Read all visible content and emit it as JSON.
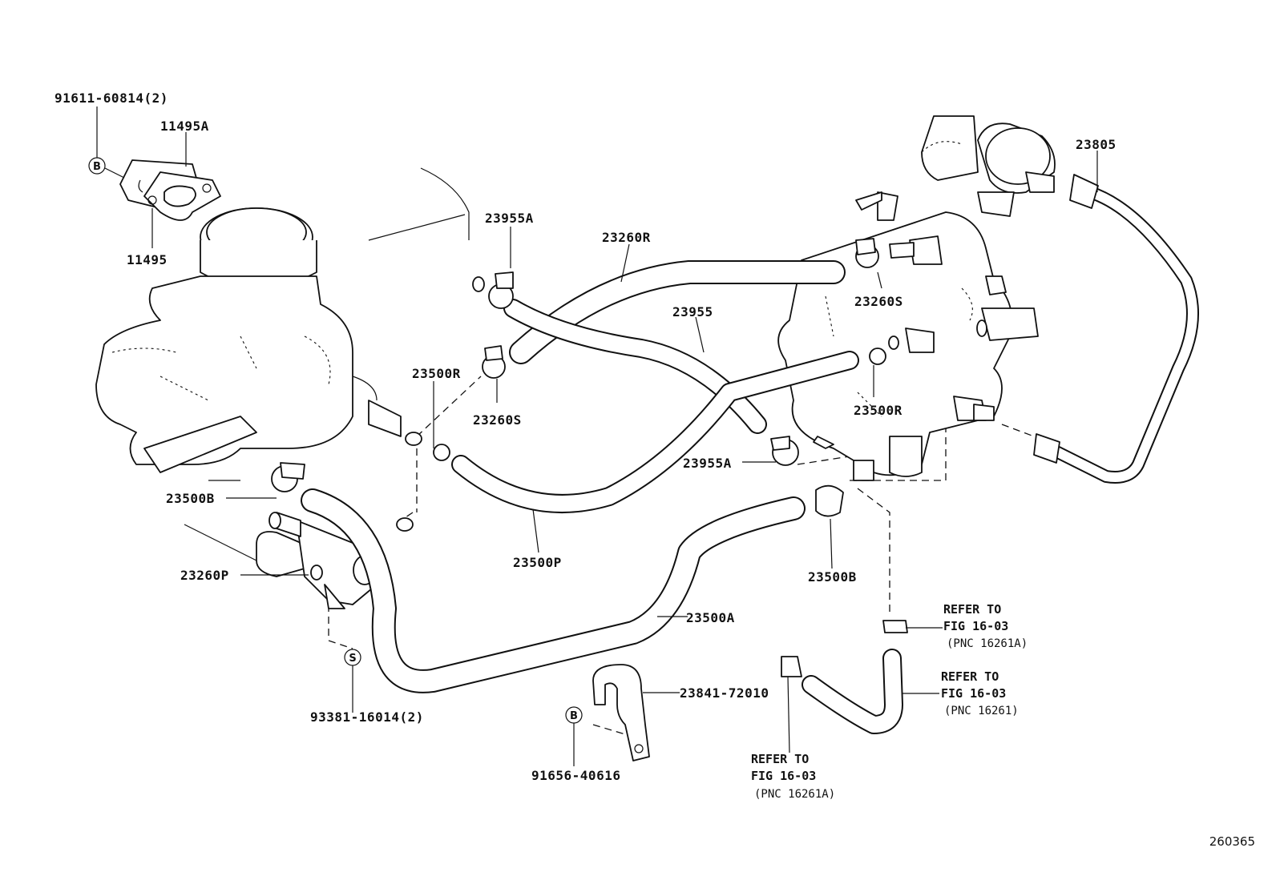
{
  "labels": {
    "p91611": "91611-60814(2)",
    "p11495A": "11495A",
    "p11495": "11495",
    "p23955A_top": "23955A",
    "p23260R": "23260R",
    "p23805": "23805",
    "p23260S_right": "23260S",
    "p23955": "23955",
    "p23500R_left": "23500R",
    "p23260S_left": "23260S",
    "p23500R_right": "23500R",
    "p23955A_mid": "23955A",
    "p23500B_left": "23500B",
    "p23500P": "23500P",
    "p23260P": "23260P",
    "p23500B_right": "23500B",
    "p23500A": "23500A",
    "p23841": "23841-72010",
    "p93381": "93381-16014(2)",
    "p91656": "91656-40616"
  },
  "markers": {
    "bolt_b": "B",
    "stud_s": "S"
  },
  "refs": {
    "ref1": {
      "line1": "REFER TO",
      "line2": "FIG 16-03",
      "line3": "(PNC 16261A)"
    },
    "ref2": {
      "line1": "REFER TO",
      "line2": "FIG 16-03",
      "line3": "(PNC 16261)"
    },
    "ref3": {
      "line1": "REFER TO",
      "line2": "FIG 16-03",
      "line3": "(PNC 16261A)"
    }
  },
  "figure_number": "260365"
}
